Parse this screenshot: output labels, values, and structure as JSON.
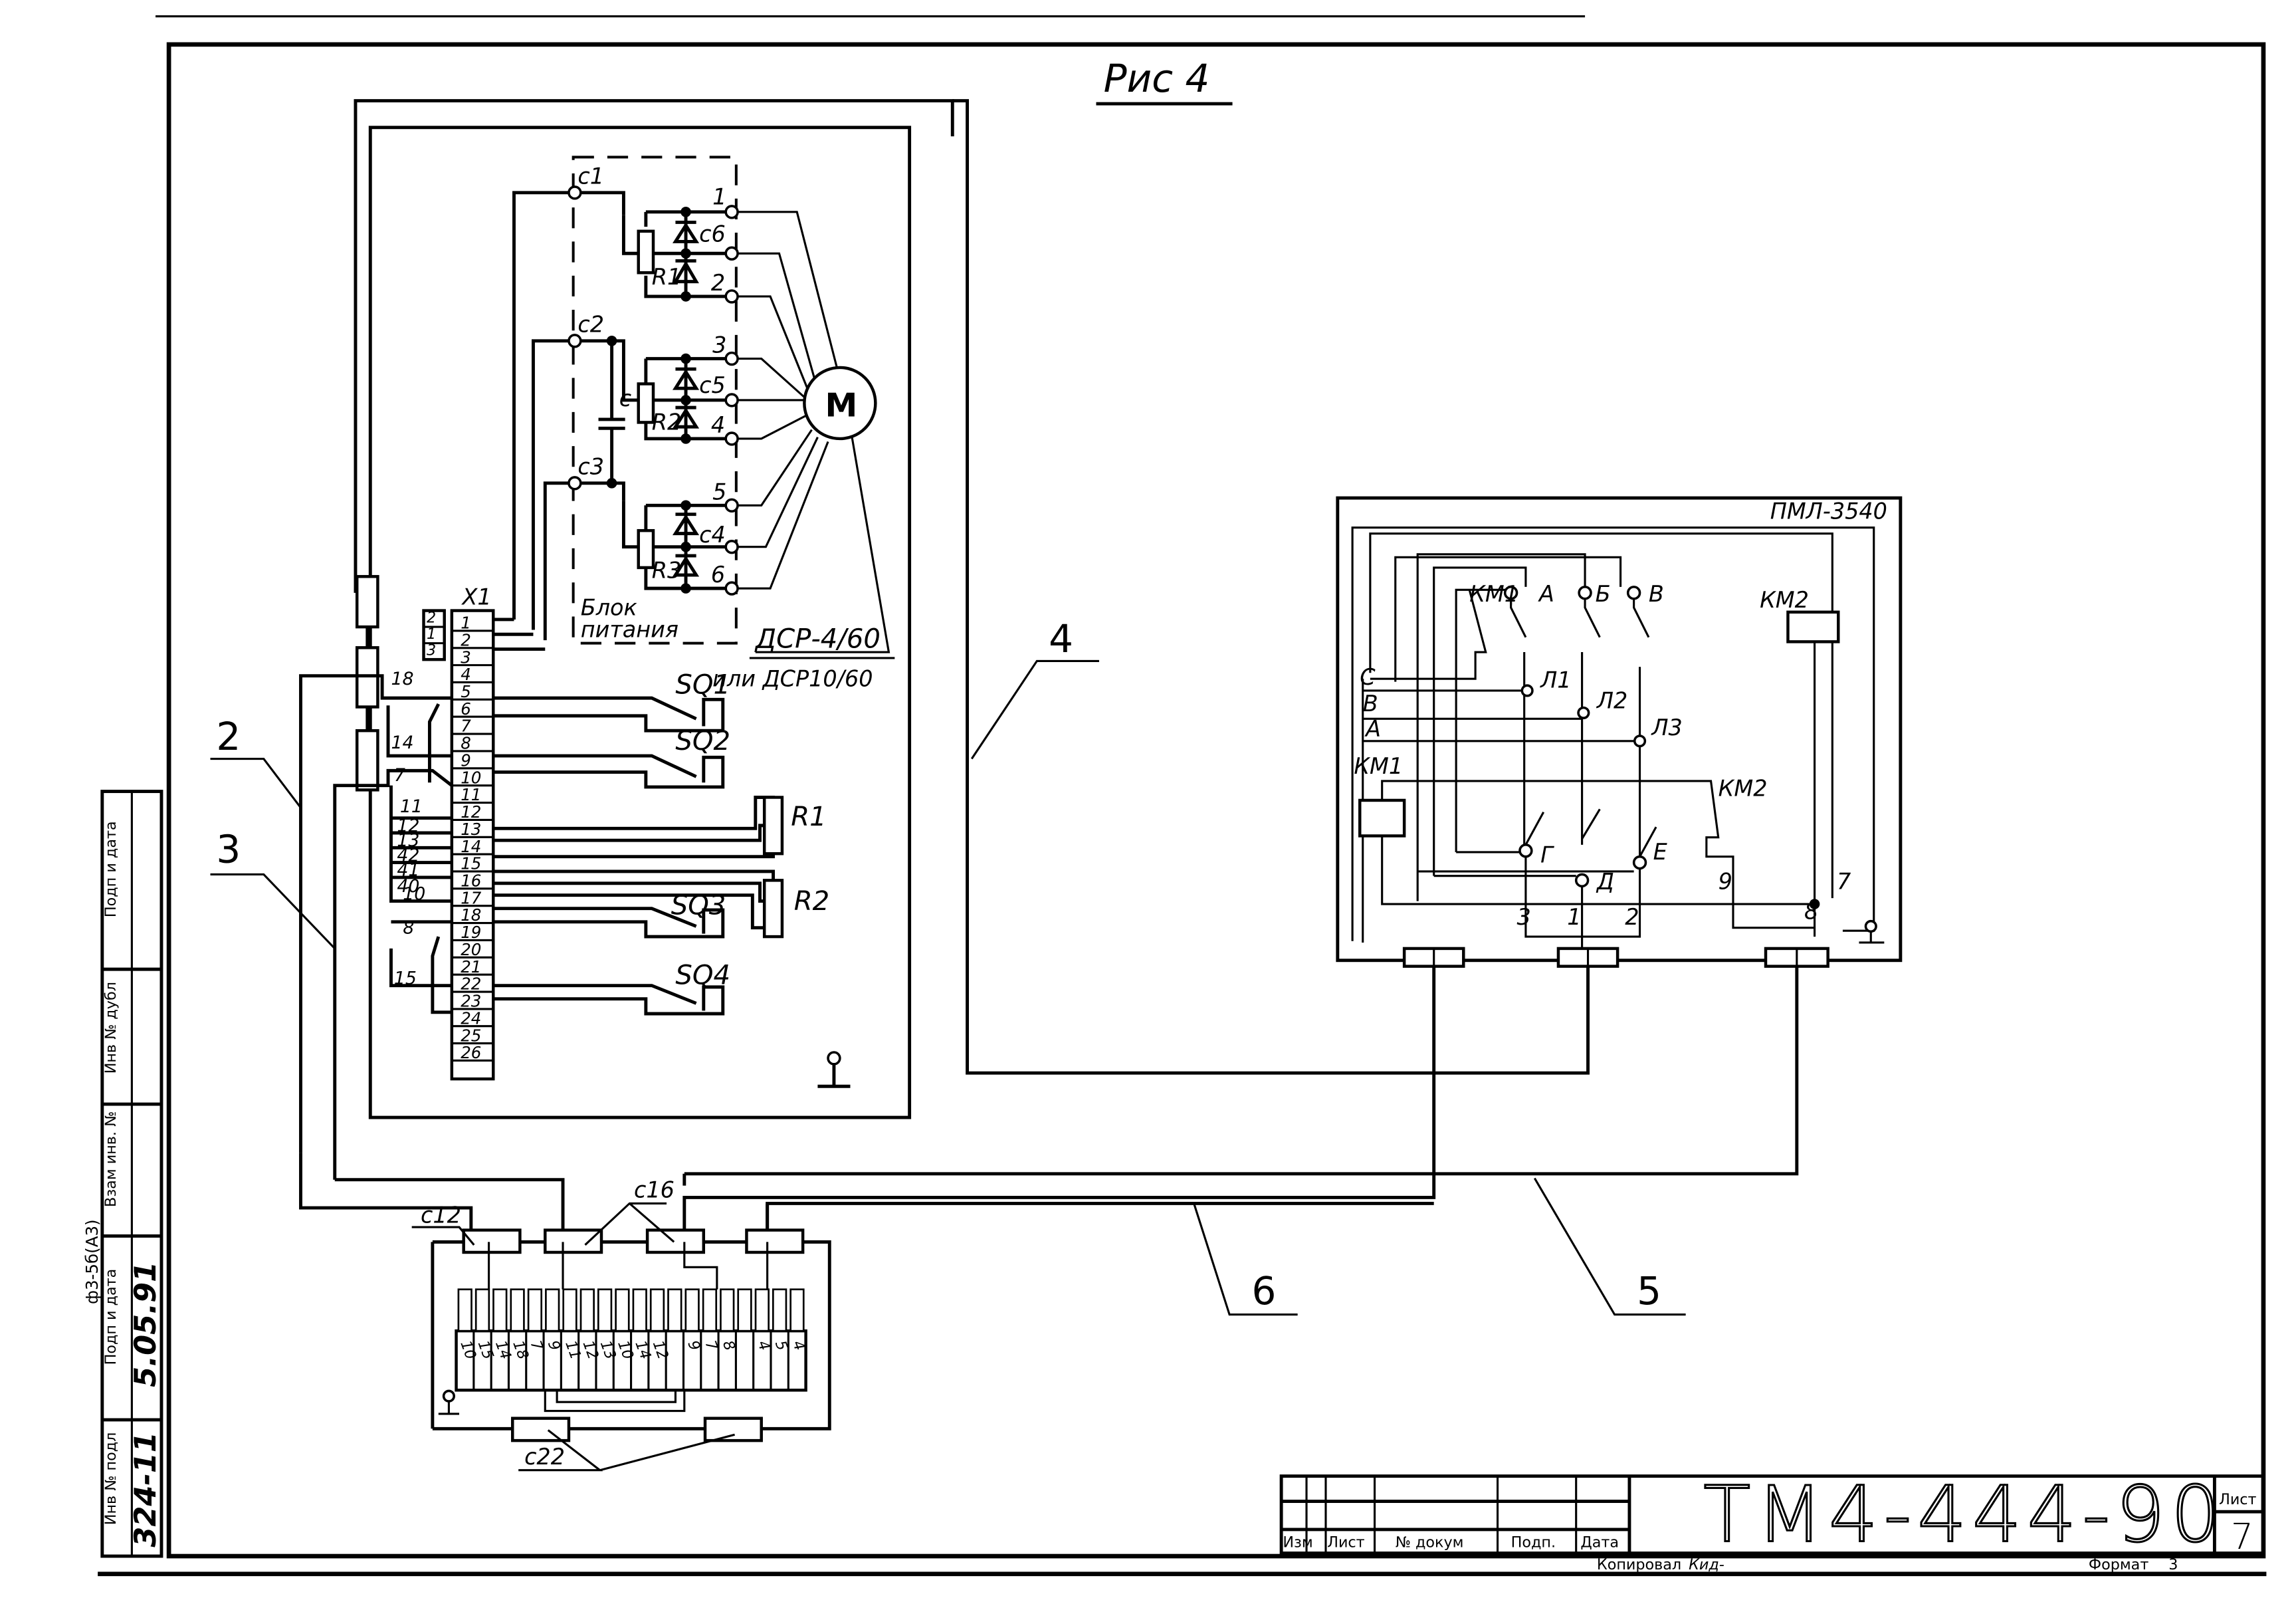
{
  "figure_title": "Рис 4",
  "callouts": [
    "2",
    "3",
    "4",
    "5",
    "6"
  ],
  "power_block": {
    "label_line1": "Блок",
    "label_line2": "питания",
    "inputs": [
      "с1",
      "с2",
      "с3"
    ],
    "capacitor": "с",
    "resistors": [
      "R1",
      "R2",
      "R3"
    ],
    "diodes": [
      "с6",
      "с5",
      "с4"
    ],
    "terminals": [
      "1",
      "2",
      "3",
      "4",
      "5",
      "6"
    ],
    "motor": "М"
  },
  "device": {
    "model_line1": "ДСР-4/60",
    "model_line2": "или ДСР10/60"
  },
  "connector_x1": {
    "label": "X1",
    "side_pins": [
      "2",
      "1",
      "3"
    ],
    "pins": [
      "1",
      "2",
      "3",
      "4",
      "5",
      "6",
      "7",
      "8",
      "9",
      "10",
      "11",
      "12",
      "13",
      "14",
      "15",
      "16",
      "17",
      "18",
      "19",
      "20",
      "21",
      "22",
      "23",
      "24",
      "25",
      "26"
    ],
    "wire_numbers": [
      "18",
      "14",
      "7",
      "11",
      "12",
      "13",
      "42",
      "41",
      "40",
      "10",
      "8",
      "15"
    ]
  },
  "switches": [
    "SQ1",
    "SQ2",
    "SQ3",
    "SQ4"
  ],
  "potentiometers": [
    "R1",
    "R2"
  ],
  "starter": {
    "model": "ПМЛ-3540",
    "coil_km1": "КМ1",
    "coil_km2": "КМ2",
    "contact_km1": "КМ1",
    "contact_km2": "КМ2",
    "inputs_top": [
      "А",
      "Б",
      "В"
    ],
    "outputs_bottom": [
      "Г",
      "Д",
      "Е"
    ],
    "lines": [
      "Л1",
      "Л2",
      "Л3"
    ],
    "phases": [
      "С",
      "В",
      "А"
    ],
    "wire_marks": [
      "3",
      "1",
      "2",
      "9",
      "8",
      "7"
    ]
  },
  "terminal_box": {
    "glands": [
      "с12",
      "с16",
      "с22"
    ],
    "strip_numbers": [
      "10",
      "15",
      "14",
      "18",
      "7",
      "9",
      "11",
      "12",
      "13",
      "10",
      "14",
      "12",
      "",
      "9",
      "7",
      "8",
      "",
      "4",
      "5",
      "4"
    ]
  },
  "margin_stamp": {
    "fields": [
      "Инв № подл",
      "Подп и дата",
      "Взам инв. №",
      "Инв № дубл",
      "Подп и дата"
    ],
    "values": [
      "324-11",
      "5.05.91",
      "",
      "",
      ""
    ],
    "format_note": "ф3-5б(А3)"
  },
  "title_block": {
    "headers": [
      "Изм",
      "Лист",
      "№ докум",
      "Подп.",
      "Дата"
    ],
    "document_code": "ТМ4-444-90",
    "sheet_label": "Лист",
    "sheet_number": "7",
    "copied_label": "Копировал",
    "copied_sign": "Кид-",
    "format_label": "Формат",
    "format_value": "3"
  }
}
